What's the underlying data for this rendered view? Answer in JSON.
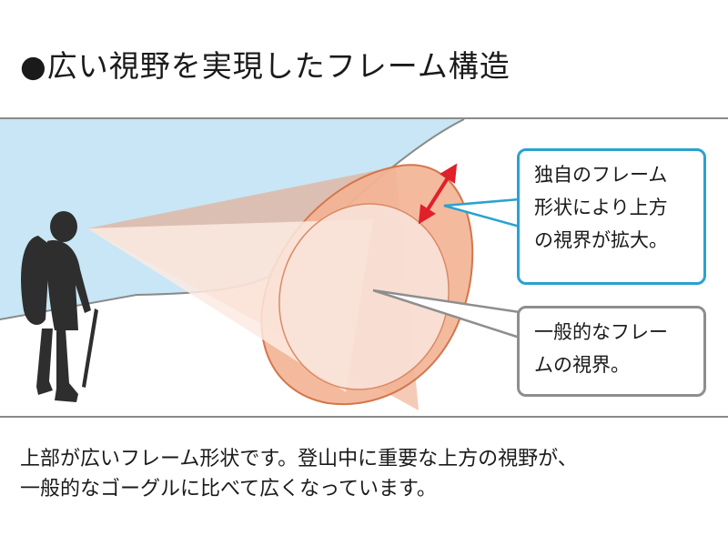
{
  "title": "●広い視野を実現したフレーム構造",
  "callouts": {
    "top": {
      "line1": "独自のフレーム",
      "line2": "形状により上方",
      "line3": "の視界が拡大。"
    },
    "bottom": {
      "line1": "一般的なフレー",
      "line2": "ムの視界。"
    }
  },
  "caption": {
    "line1": "上部が広いフレーム形状です。登山中に重要な上方の視野が、",
    "line2": "一般的なゴーグルに比べて広くなっています。"
  },
  "colors": {
    "sky": "#c8e6f5",
    "frame_fill": "#f3b393",
    "frame_edge": "#d4764a",
    "normal_view": "#f8e2d8",
    "callout_blue": "#2aa2cf",
    "callout_gray": "#8e8e8e",
    "arrow": "#e0202a",
    "hiker": "#2e2e2e"
  }
}
